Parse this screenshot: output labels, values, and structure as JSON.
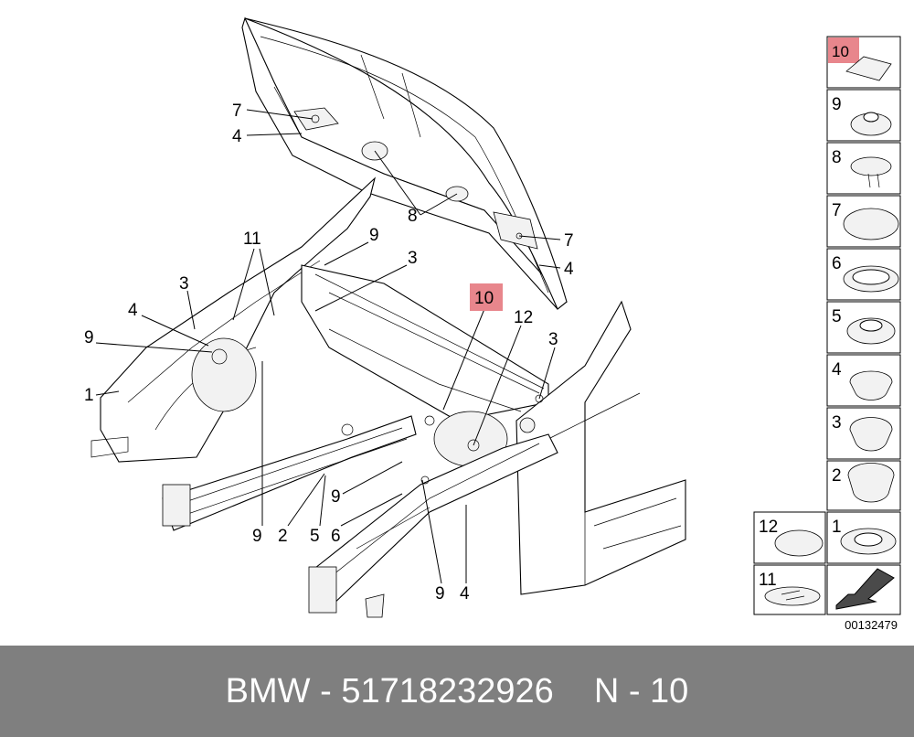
{
  "diagram": {
    "callouts": {
      "c7a": "7",
      "c4a": "4",
      "c8": "8",
      "c7b": "7",
      "c4b": "4",
      "c11": "11",
      "c9a": "9",
      "c3a": "3",
      "c3b": "3",
      "c4c": "4",
      "c9b": "9",
      "c1": "1",
      "c10": "10",
      "c12": "12",
      "c3c": "3",
      "c9c": "9",
      "c2": "2",
      "c5": "5",
      "c6": "6",
      "c9d": "9",
      "c9e": "9",
      "c4d": "4"
    },
    "legend": {
      "items": [
        "10",
        "9",
        "8",
        "7",
        "6",
        "5",
        "4",
        "3",
        "2",
        "1",
        "12",
        "11"
      ],
      "highlighted": "10",
      "highlight_color": "#e8868c"
    },
    "image_id": "00132479"
  },
  "footer": {
    "brand": "BMW",
    "separator": "-",
    "part_number": "51718232926",
    "n_label": "N",
    "n_value": "10"
  }
}
